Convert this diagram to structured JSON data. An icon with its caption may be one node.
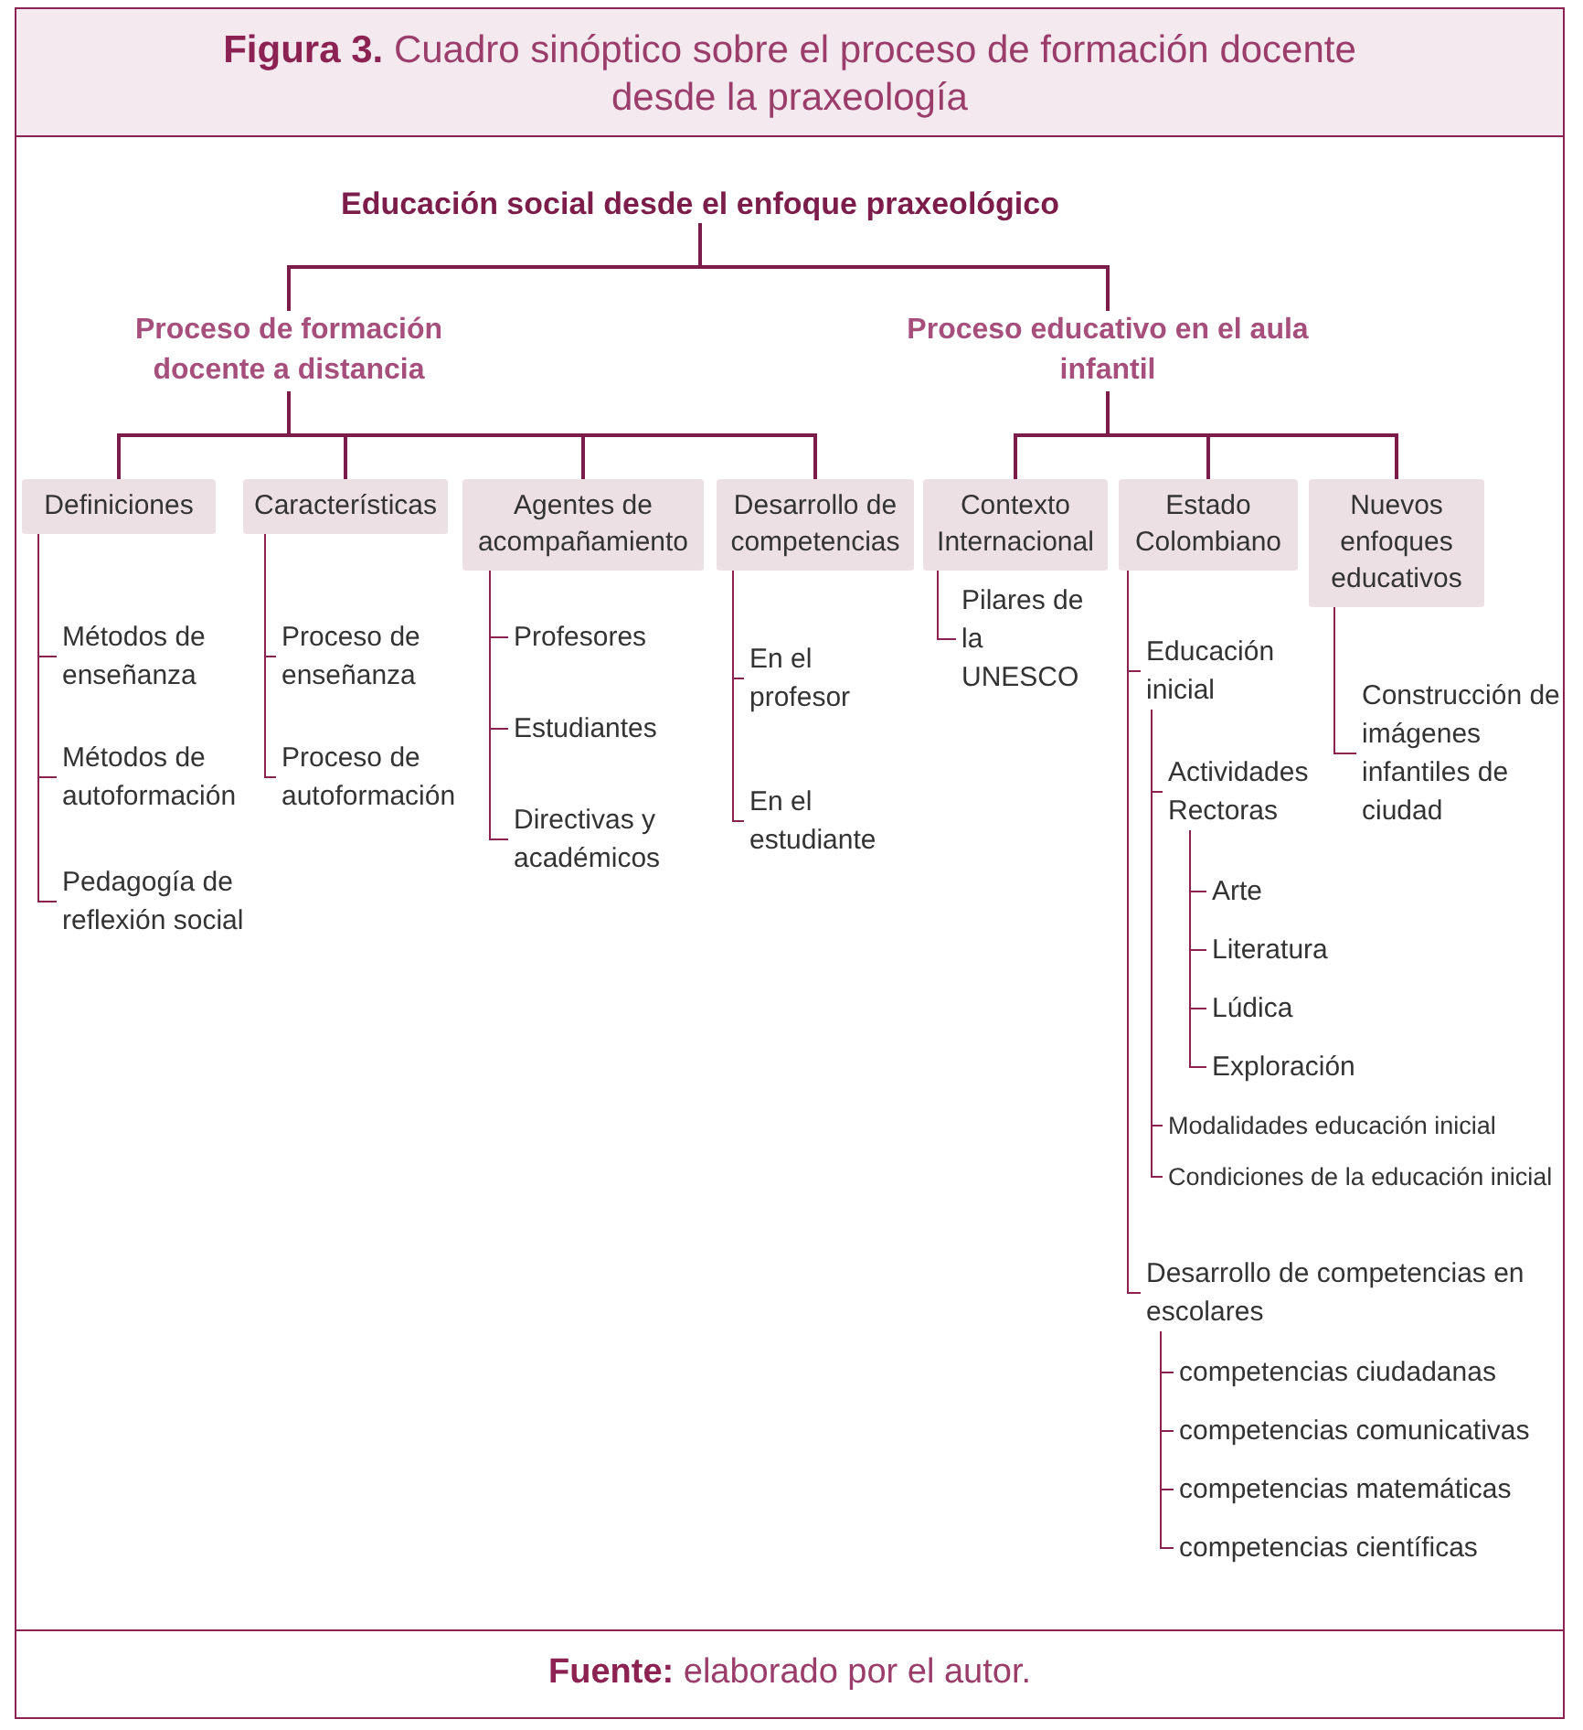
{
  "diagram": {
    "title": "**Figura 3.** Cuadro sinóptico sobre el proceso de formación docente desde la praxeología",
    "caption": "**Fuente:** elaborado por el autor.",
    "nodes": [
      {
        "text": [
          "Educación social desde el enfoque praxeológico"
        ]
      },
      {
        "text": [
          "Proceso de formación docente a distancia"
        ]
      },
      {
        "text": [
          "Proceso educativo en el aula infantil"
        ]
      },
      {
        "text": [
          "Definiciones"
        ]
      },
      {
        "text": [
          "Características"
        ]
      },
      {
        "text": [
          "Agentes de acompañamiento"
        ]
      },
      {
        "text": [
          "Desarrollo de competencias"
        ]
      },
      {
        "text": [
          "Contexto Internacional"
        ]
      },
      {
        "text": [
          "Estado Colombiano"
        ]
      },
      {
        "text": [
          "Nuevos enfoques educativos"
        ]
      },
      {
        "text": [
          "Métodos de enseñanza"
        ]
      },
      {
        "text": [
          "Métodos de autoformación"
        ]
      },
      {
        "text": [
          "Pedagogía de reflexión social"
        ]
      },
      {
        "text": [
          "Proceso de enseñanza"
        ]
      },
      {
        "text": [
          "Proceso de autoformación"
        ]
      },
      {
        "text": [
          "Profesores"
        ]
      },
      {
        "text": [
          "Estudiantes"
        ]
      },
      {
        "text": [
          "Directivas y académicos"
        ]
      },
      {
        "text": [
          "En el profesor"
        ]
      },
      {
        "text": [
          "En el estudiante"
        ]
      },
      {
        "text": [
          "Pilares de la UNESCO"
        ]
      },
      {
        "text": [
          "Educación inicial"
        ]
      },
      {
        "text": [
          "Actividades Rectoras"
        ]
      },
      {
        "text": [
          "Arte"
        ]
      },
      {
        "text": [
          "Literatura"
        ]
      },
      {
        "text": [
          "Lúdica"
        ]
      },
      {
        "text": [
          "Exploración"
        ]
      },
      {
        "text": [
          "Modalidades educación inicial"
        ]
      },
      {
        "text": [
          "Condiciones de la educación inicial"
        ]
      },
      {
        "text": [
          "Desarrollo de competencias en escolares"
        ]
      },
      {
        "text": [
          "competencias ciudadanas"
        ]
      },
      {
        "text": [
          "competencias comunicativas"
        ]
      },
      {
        "text": [
          "competencias matemáticas"
        ]
      },
      {
        "text": [
          "competencias científicas"
        ]
      },
      {
        "text": [
          "Construcción de imágenes infantiles de ciudad"
        ]
      }
    ],
    "edges": [
      {
        "from": 0,
        "to": 1,
        "arrow": "none"
      },
      {
        "from": 0,
        "to": 2,
        "arrow": "none"
      },
      {
        "from": 1,
        "to": 3,
        "arrow": "none"
      },
      {
        "from": 1,
        "to": 4,
        "arrow": "none"
      },
      {
        "from": 1,
        "to": 5,
        "arrow": "none"
      },
      {
        "from": 1,
        "to": 6,
        "arrow": "none"
      },
      {
        "from": 2,
        "to": 7,
        "arrow": "none"
      },
      {
        "from": 2,
        "to": 8,
        "arrow": "none"
      },
      {
        "from": 2,
        "to": 9,
        "arrow": "none"
      },
      {
        "from": 3,
        "to": 10,
        "arrow": "none"
      },
      {
        "from": 3,
        "to": 11,
        "arrow": "none"
      },
      {
        "from": 3,
        "to": 12,
        "arrow": "none"
      },
      {
        "from": 4,
        "to": 13,
        "arrow": "none"
      },
      {
        "from": 4,
        "to": 14,
        "arrow": "none"
      },
      {
        "from": 5,
        "to": 15,
        "arrow": "none"
      },
      {
        "from": 5,
        "to": 16,
        "arrow": "none"
      },
      {
        "from": 5,
        "to": 17,
        "arrow": "none"
      },
      {
        "from": 6,
        "to": 18,
        "arrow": "none"
      },
      {
        "from": 6,
        "to": 19,
        "arrow": "none"
      },
      {
        "from": 7,
        "to": 20,
        "arrow": "none"
      },
      {
        "from": 8,
        "to": 21,
        "arrow": "none"
      },
      {
        "from": 21,
        "to": 22,
        "arrow": "none"
      },
      {
        "from": 22,
        "to": 23,
        "arrow": "none"
      },
      {
        "from": 22,
        "to": 24,
        "arrow": "none"
      },
      {
        "from": 22,
        "to": 25,
        "arrow": "none"
      },
      {
        "from": 22,
        "to": 26,
        "arrow": "none"
      },
      {
        "from": 21,
        "to": 27,
        "arrow": "none"
      },
      {
        "from": 21,
        "to": 28,
        "arrow": "none"
      },
      {
        "from": 8,
        "to": 29,
        "arrow": "none"
      },
      {
        "from": 29,
        "to": 30,
        "arrow": "none"
      },
      {
        "from": 29,
        "to": 31,
        "arrow": "none"
      },
      {
        "from": 29,
        "to": 32,
        "arrow": "none"
      },
      {
        "from": 29,
        "to": 33,
        "arrow": "none"
      },
      {
        "from": 9,
        "to": 34,
        "arrow": "none"
      }
    ]
  }
}
